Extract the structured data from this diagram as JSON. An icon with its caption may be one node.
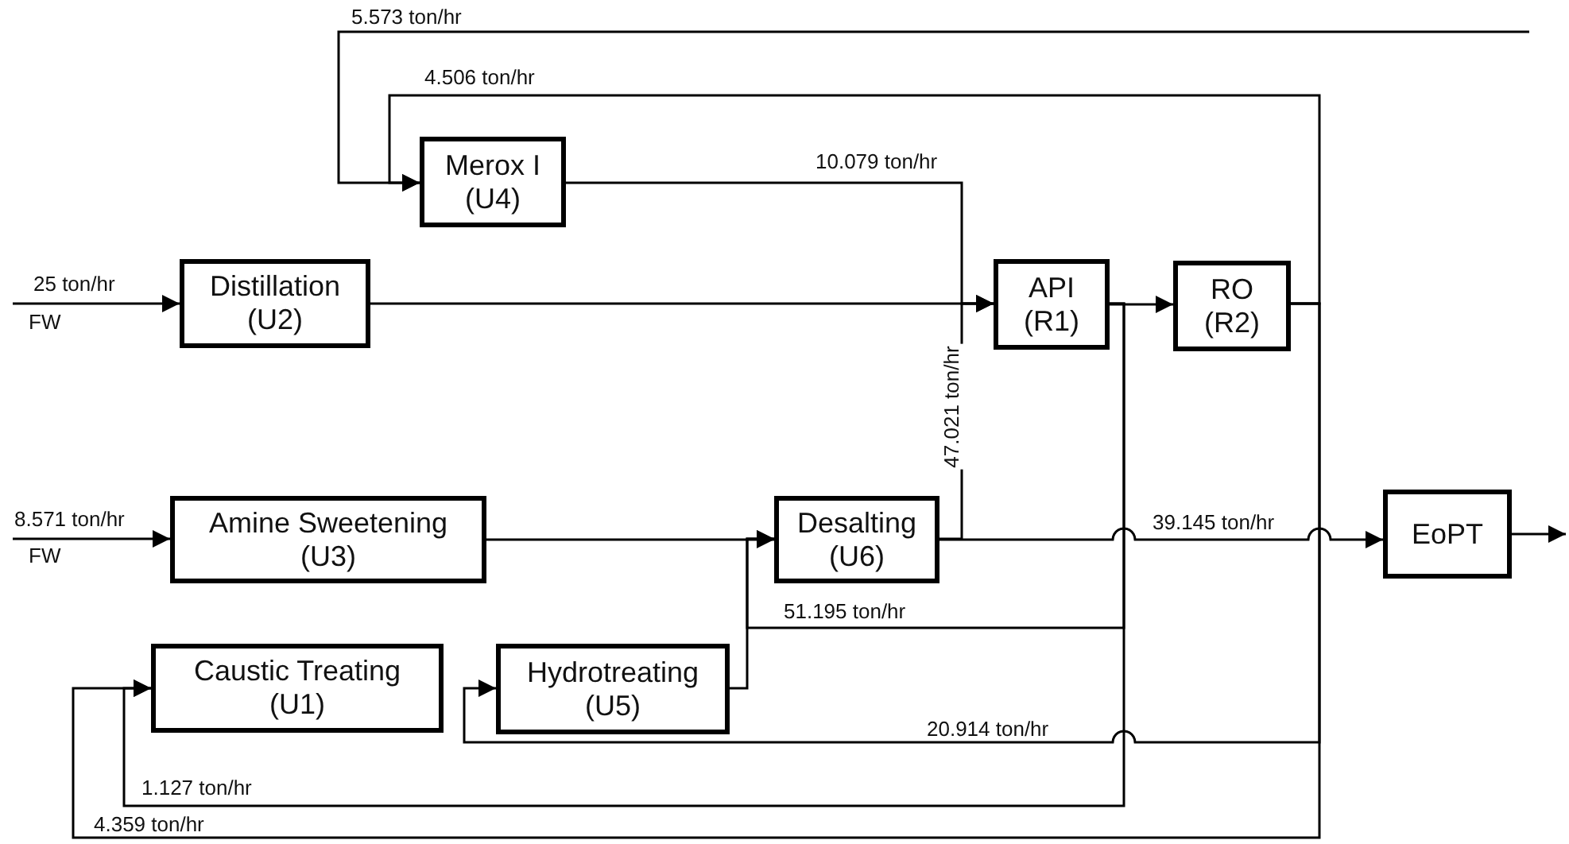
{
  "diagram": {
    "nodes": [
      {
        "text": [
          "Merox I",
          "(U4)"
        ]
      },
      {
        "text": [
          "Distillation",
          "(U2)"
        ]
      },
      {
        "text": [
          "API",
          "(R1)"
        ]
      },
      {
        "text": [
          "RO",
          "(R2)"
        ]
      },
      {
        "text": [
          "Amine Sweetening",
          "(U3)"
        ]
      },
      {
        "text": [
          "Desalting",
          "(U6)"
        ]
      },
      {
        "text": [
          "EoPT"
        ]
      },
      {
        "text": [
          "Caustic Treating",
          "(U1)"
        ]
      },
      {
        "text": [
          "Hydrotreating",
          "(U5)"
        ]
      }
    ],
    "edges": [
      {
        "from": null,
        "to": 1,
        "arrow": "to",
        "label": "25 ton/hr"
      },
      {
        "from": null,
        "to": 4,
        "arrow": "to",
        "label": "8.571 ton/hr"
      },
      {
        "from": null,
        "to": 0,
        "arrow": "to",
        "label": "5.573 ton/hr"
      },
      {
        "from": 1,
        "to": 2,
        "arrow": "to"
      },
      {
        "from": 0,
        "to": 2,
        "arrow": "to",
        "label": "10.079 ton/hr"
      },
      {
        "from": 5,
        "to": 2,
        "arrow": "to",
        "label": "47.021 ton/hr"
      },
      {
        "from": 2,
        "to": 3,
        "arrow": "to"
      },
      {
        "from": 3,
        "to": 0,
        "arrow": "to",
        "label": "4.506 ton/hr"
      },
      {
        "from": 3,
        "to": 8,
        "arrow": "to",
        "label": "20.914 ton/hr"
      },
      {
        "from": 3,
        "to": 7,
        "arrow": "to",
        "label": "4.359 ton/hr"
      },
      {
        "from": 4,
        "to": 5,
        "arrow": "to"
      },
      {
        "from": 8,
        "to": 5,
        "arrow": "to"
      },
      {
        "from": 2,
        "to": 5,
        "arrow": "to",
        "label": "51.195 ton/hr"
      },
      {
        "from": 2,
        "to": 7,
        "arrow": "to",
        "label": "1.127 ton/hr"
      },
      {
        "from": 5,
        "to": 6,
        "arrow": "to",
        "label": "39.145 ton/hr"
      },
      {
        "from": 6,
        "to": null,
        "arrow": "to"
      }
    ],
    "labels": [
      "FW",
      "FW"
    ]
  }
}
